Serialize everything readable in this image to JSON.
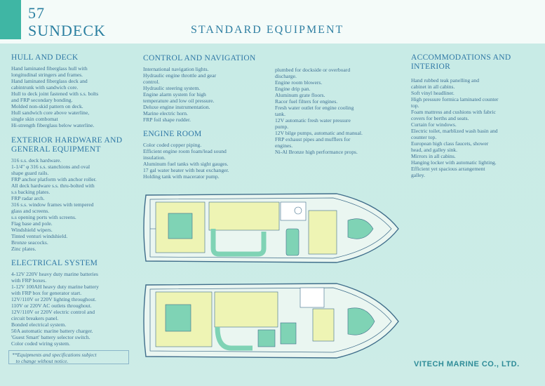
{
  "header": {
    "model_number": "57",
    "model_name": "SUNDECK",
    "title": "STANDARD EQUIPMENT"
  },
  "sections": {
    "hull_and_deck": {
      "heading": "HULL AND DECK",
      "lines": "Hand laminated fiberglass hull with\nlongitudinal stringers and frames.\nHand laminated fiberglass deck and\ncabintrunk with sandwich core.\nHull to deck joint fastened with s.s. bolts\nand FRP secondary bonding.\nMolded non-skid pattern on deck.\nHull sandwich core above waterline,\nsingle skin combomat\nHi-strength fiberglass below waterline."
    },
    "exterior_hardware": {
      "heading": "EXTERIOR HARDWARE AND\nGENERAL EQUIPMENT",
      "lines": "316 s.s. deck hardware.\n1-1/4\" φ 316 s.s. stanchions and oval\nshape guard rails.\nFRP anchor platform with anchor roller.\nAll deck hardware s.s. thru-bolted with\ns.s backing plates.\nFRP radar arch.\n316 s.s. window frames with tempered\nglass and screens.\ns.s opening ports with screens.\nFlag base and pole.\nWindshield wipers.\nTinted venturi windshield.\nBronze seacocks.\nZinc plates."
    },
    "electrical_system": {
      "heading": "ELECTRICAL SYSTEM",
      "lines": "4-12V 220V heavy duty marine batteries\nwith FRP boxes.\n1-12V 100AH heavy duty marine battery\nwith FRP box for generator start.\n12V/110V or 220V lighting throughout.\n110V or 220V AC outlets throughout.\n12V/110V or 220V electric control and\ncircuit breakers panel.\nBonded electrical system.\n50A automatic marine battery charger.\n'Guest Smart' battery selector switch.\nColor coded wiring system."
    },
    "control_and_navigation": {
      "heading": "CONTROL AND NAVIGATION",
      "lines": "International navigation lights.\nHydraulic engine throttle and gear\ncontrol.\nHydraulic steering system.\nEngine alarm system for high\ntemperature and low oil pressure.\nDeluxe engine instrumentation.\nMarine electric horn.\nFRP foil shape rudder."
    },
    "engine_room": {
      "heading": "ENGINE ROOM",
      "lines": "Color coded copper piping.\nEfficient engine room foam/lead sound\ninsulation.\nAluminum fuel tanks with sight gauges.\n17 gal water heater with heat exchanger.\nHolding tank with macerator pump."
    },
    "plumbing": {
      "lines": "plumbed for dockside or overboard\ndischarge.\nEngine room blowers.\nEngine drip pan.\nAluminum grate floors.\nRacor fuel filters for engines.\nFresh water outlet for engine cooling\ntank.\n12V automatic fresh water pressure\npump.\n12V bilge pumps, automatic and manual.\nFRP exhaust pipes and mufflers for\nengines.\nNi-Al Bronze high performance props."
    },
    "accommodations": {
      "heading": "ACCOMMODATIONS AND\nINTERIOR",
      "lines": "Hand rubbed teak panelling and\ncabinet in all cabins.\nSoft vinyl headliner.\nHigh pressure formica laminated counter\ntop.\nFoam mattress and cushions with fabric\ncovers for berths and seats.\nCurtain for windows.\nElectric toilet, marblized wash basin and\ncounter top.\nEuropean high class faucets, shower\nhead, and galley sink.\nMirrors in all cabins.\nHanging locker with automatic lighting.\nEfficient yet spacious arrangement\ngalley."
    }
  },
  "note": "**Equipments and specifications subject\n   to change without notice.",
  "company": "VITECH MARINE CO., LTD.",
  "colors": {
    "background": "#cdece7",
    "accent": "#3fb6a4",
    "plan_yellow": "#eef4b4",
    "plan_green": "#7fd3b5"
  }
}
